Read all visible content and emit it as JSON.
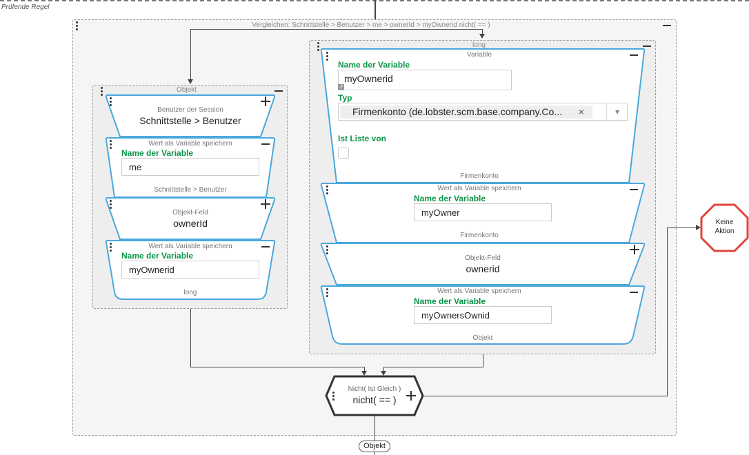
{
  "section": {
    "label": "Prüfende Regel"
  },
  "outer_group": {
    "title": "Vergleichen: Schnittstelle > Benutzer > me > ownerId > myOwnerid nicht( == )"
  },
  "left_group": {
    "title": "Objekt",
    "card1": {
      "top": "Benutzer der Session",
      "main": "Schnittstelle > Benutzer"
    },
    "card2": {
      "top": "Wert als Variable speichern",
      "label": "Name der Variable",
      "value": "me",
      "bottom": "Schnittstelle > Benutzer"
    },
    "card3": {
      "top": "Objekt-Feld",
      "main": "ownerId"
    },
    "card4": {
      "top": "Wert als Variable speichern",
      "label": "Name der Variable",
      "value": "myOwnerid",
      "bottom": "long"
    }
  },
  "right_group": {
    "title": "long",
    "variable": {
      "top": "Variable",
      "name_label": "Name der Variable",
      "name_value": "myOwnerid",
      "type_label": "Typ",
      "type_value": "Firmenkonto (de.lobster.scm.base.company.Co...",
      "list_label": "Ist Liste von",
      "bottom": "Firmenkonto"
    },
    "card2": {
      "top": "Wert als Variable speichern",
      "label": "Name der Variable",
      "value": "myOwner",
      "bottom": "Firmenkonto"
    },
    "card3": {
      "top": "Objekt-Feld",
      "main": "ownerid"
    },
    "card4": {
      "top": "Wert als Variable speichern",
      "label": "Name der Variable",
      "value": "myOwnersOwnid",
      "bottom": "Objekt"
    }
  },
  "compare": {
    "top": "Nicht( Ist Gleich )",
    "main": "nicht( == )"
  },
  "action": {
    "line1": "Keine",
    "line2": "Aktion"
  },
  "output": {
    "label": "Objekt"
  },
  "icons": {
    "remove": "×",
    "dropdown": "▾",
    "resize": "↗"
  },
  "colors": {
    "card_border": "#4aa8dc",
    "label_green": "#0a9447",
    "stop_red": "#e0453a"
  }
}
